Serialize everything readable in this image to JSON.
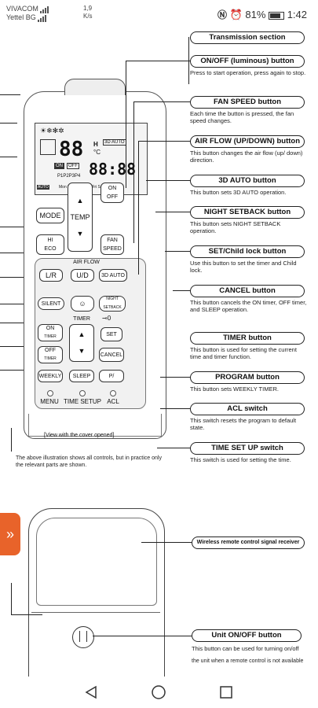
{
  "status_bar": {
    "carrier1": "VIVACOM",
    "carrier2": "Yettel BG",
    "speed_value": "1,9",
    "speed_unit": "K/s",
    "battery": "81%",
    "time": "1:42"
  },
  "remote": {
    "buttons": {
      "mode": "MODE",
      "temp": "TEMP",
      "on": "ON",
      "off": "OFF",
      "hi": "HI",
      "eco": "ECO",
      "fan": "FAN",
      "speed": "SPEED",
      "air_flow": "AIR FLOW",
      "lr": "L/R",
      "ud": "U/D",
      "auto3d": "3D AUTO",
      "silent": "SILENT",
      "night1": "NIGHT",
      "night2": "SETBACK",
      "timer": "TIMER",
      "on_timer1": "ON",
      "on_timer2": "TIMER",
      "off_timer1": "OFF",
      "off_timer2": "TIMER",
      "set": "SET",
      "cancel": "CANCEL",
      "weekly": "WEEKLY",
      "sleep": "SLEEP",
      "p": "P/",
      "menu": "MENU",
      "time_setup": "TIME SETUP",
      "acl": "ACL"
    },
    "lcd": {
      "days": "Mon Tue Wed Thu Fri Sat Sun",
      "auto": "AUTO",
      "mode_3d": "3D AUTO",
      "on": "ON",
      "off": "OFF",
      "digits": "88",
      "clock": "88:88",
      "programs": "P1P2P3P4",
      "h": "H",
      "c": "°C"
    },
    "caption": "[View with the cover opened]",
    "footnote": "The above illustration shows all controls, but in practice only the relevant parts are shown."
  },
  "callouts": [
    {
      "title": "Transmission section",
      "desc": ""
    },
    {
      "title": "ON/OFF (luminous) button",
      "desc": "Press to start operation, press again to stop."
    },
    {
      "title": "FAN SPEED button",
      "desc": "Each time the button is pressed, the fan speed changes."
    },
    {
      "title": "AIR FLOW (UP/DOWN) button",
      "desc": "This button changes the air flow (up/ down) direction."
    },
    {
      "title": "3D AUTO button",
      "desc": "This button sets 3D AUTO operation."
    },
    {
      "title": "NIGHT SETBACK button",
      "desc": "This button sets NIGHT SETBACK operation."
    },
    {
      "title": "SET/Child lock button",
      "desc": "Use this button to set the timer and Child lock."
    },
    {
      "title": "CANCEL button",
      "desc": "This button cancels the ON timer, OFF timer, and SLEEP operation."
    },
    {
      "title": "TIMER button",
      "desc": "This button is used for setting the current time and timer function."
    },
    {
      "title": "PROGRAM button",
      "desc": "This button sets WEEKLY TIMER."
    },
    {
      "title": "ACL switch",
      "desc": "This switch resets the program to default state."
    },
    {
      "title": "TIME SET UP switch",
      "desc": "This switch is used for setting the time."
    }
  ],
  "unit": {
    "receiver": "Wireless remote control signal receiver",
    "onoff_title": "Unit ON/OFF button",
    "onoff_desc1": "This button can be used for turning on/off",
    "onoff_desc2": "the unit when a remote control is not available"
  },
  "side_tab": "»"
}
